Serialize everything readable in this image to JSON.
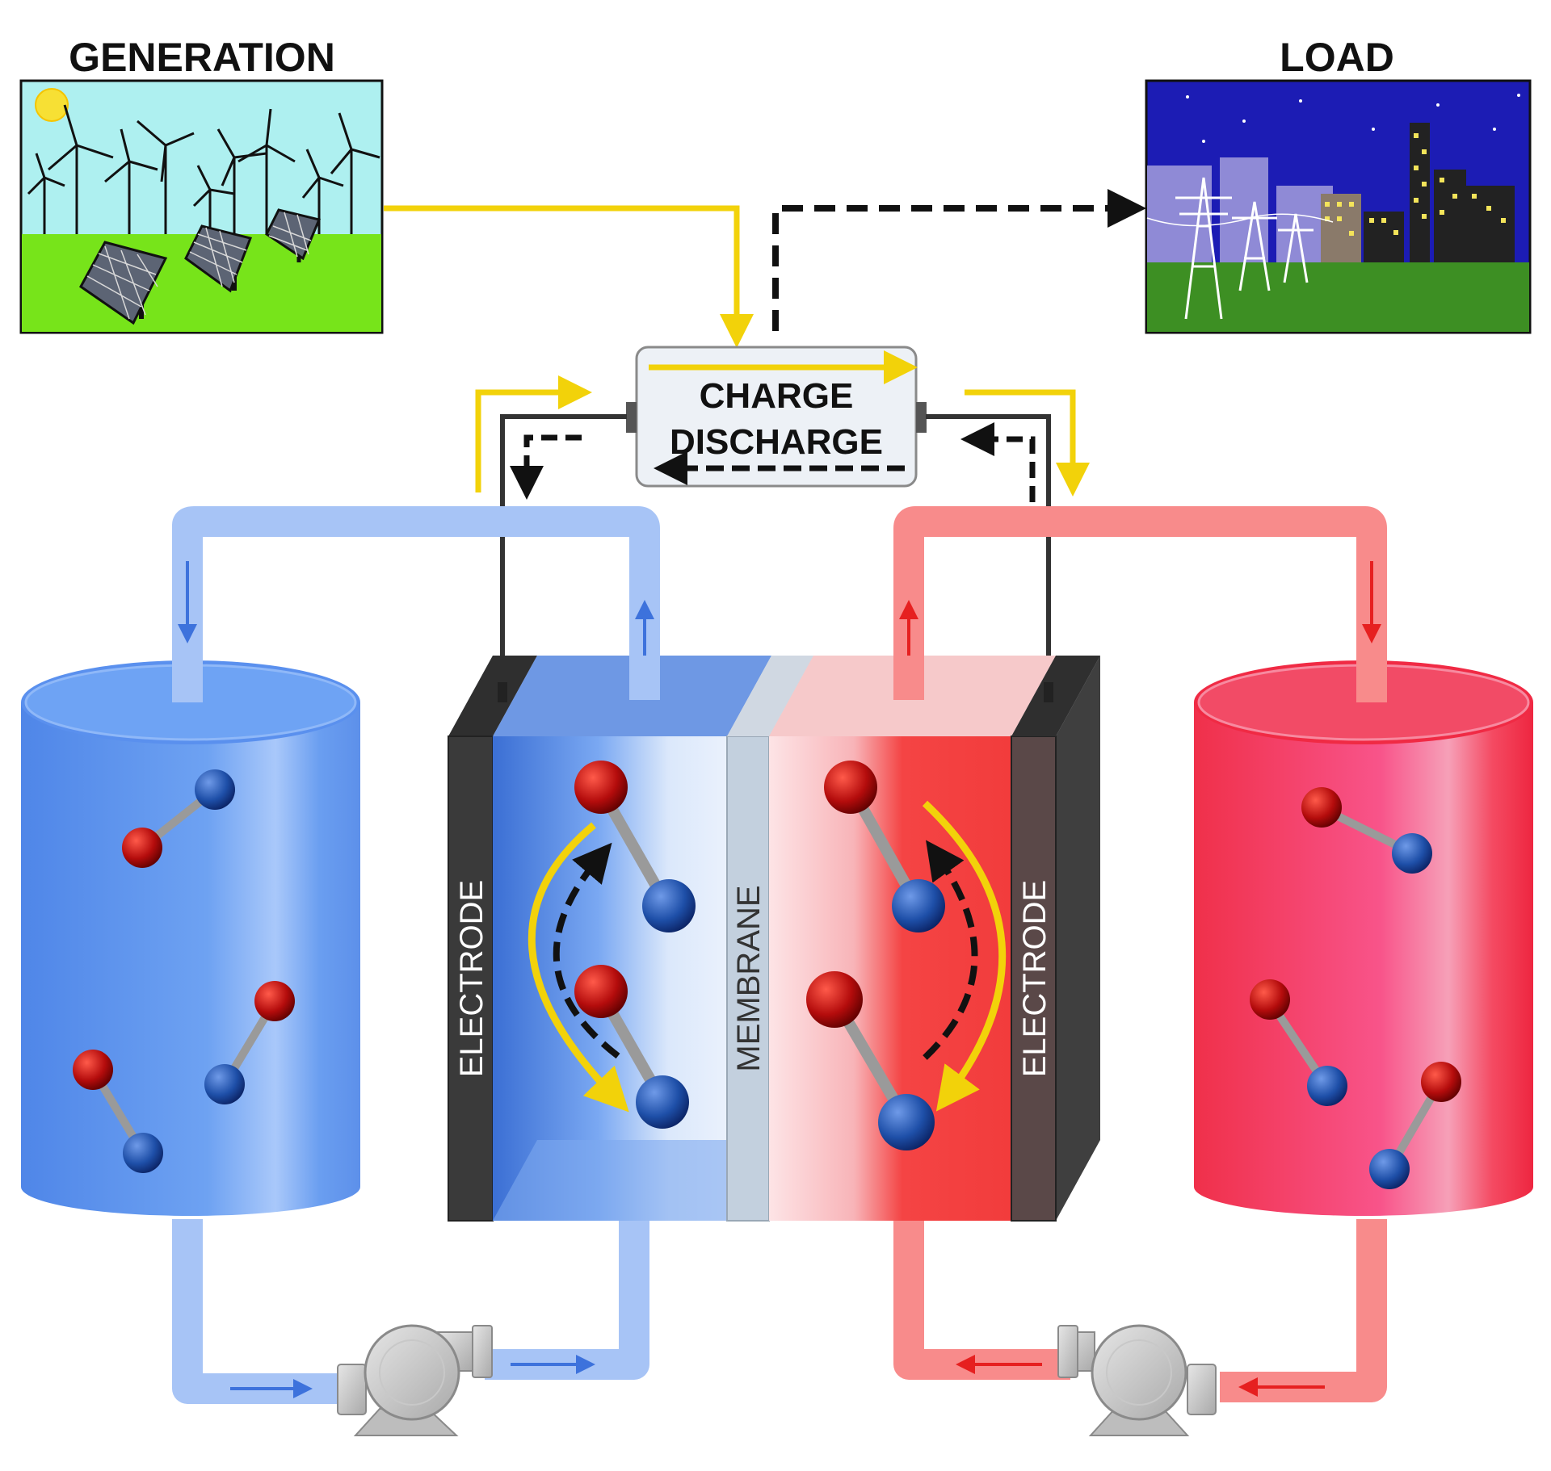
{
  "generation": {
    "title": "GENERATION"
  },
  "load": {
    "title": "LOAD"
  },
  "controller": {
    "charge_label": "CHARGE",
    "discharge_label": "DISCHARGE"
  },
  "cell": {
    "left_electrode_label": "ELECTRODE",
    "membrane_label": "MEMBRANE",
    "right_electrode_label": "ELECTRODE"
  },
  "colors": {
    "negolyte": "#5b92ec",
    "posolyte": "#f43a52",
    "charge_arrow": "#f2d20a",
    "discharge_arrow": "#111111",
    "electrode": "#3a3a3a",
    "sky": "#aef0f0",
    "grass": "#77e41a",
    "night_sky": "#1c1cb4",
    "city_grass": "#3d8f23"
  }
}
